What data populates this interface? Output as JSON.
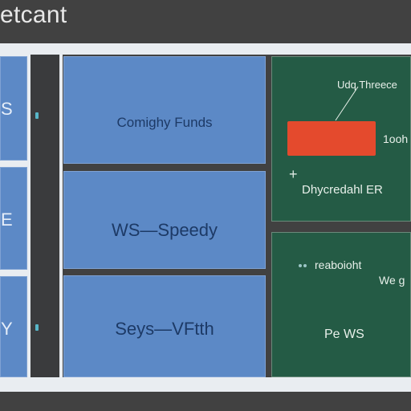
{
  "header": {
    "title": "etcant"
  },
  "left_tiles": [
    {
      "label": "S"
    },
    {
      "label": "E"
    },
    {
      "label": "Y"
    }
  ],
  "tiles": [
    {
      "label": "Comighy Funds"
    },
    {
      "label": "WS—Speedy"
    },
    {
      "label": "Seys—VFtth"
    }
  ],
  "panel_top": {
    "heading": "Udq Threece",
    "button_side_label": "1ooh",
    "footer_label": "Dhycredahl ER"
  },
  "panel_bottom": {
    "label_left": "reaboioht",
    "label_right": "We g",
    "footer_label": "Pe WS"
  },
  "colors": {
    "background": "#414141",
    "tile": "#5c89c6",
    "panel": "#245b45",
    "button": "#e44a2d",
    "frame": "#e9edf1"
  }
}
